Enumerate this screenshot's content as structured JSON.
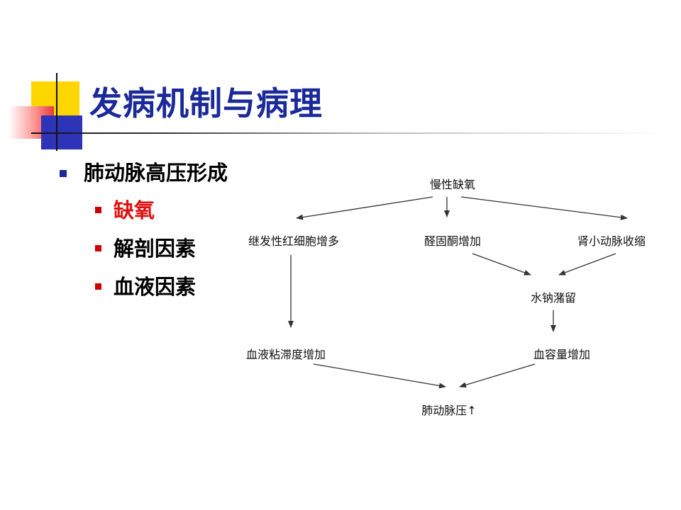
{
  "title": "发病机制与病理",
  "bullets": {
    "main": "肺动脉高压形成",
    "items": [
      "缺氧",
      "解剖因素",
      "血液因素"
    ]
  },
  "diagram": {
    "nodes": {
      "root": "慢性缺氧",
      "polycythemia": "继发性红细胞增多",
      "aldosterone": "醛固酮增加",
      "renal": "肾小动脉收缩",
      "retention": "水钠潴留",
      "viscosity": "血液粘滞度增加",
      "volume": "血容量增加",
      "result": "肺动脉压↑"
    }
  },
  "colors": {
    "title": "#1a2a9a",
    "highlight": "#e01010",
    "bullet_main": "#1a2a9a",
    "bullet_sub": "#cc0000"
  }
}
